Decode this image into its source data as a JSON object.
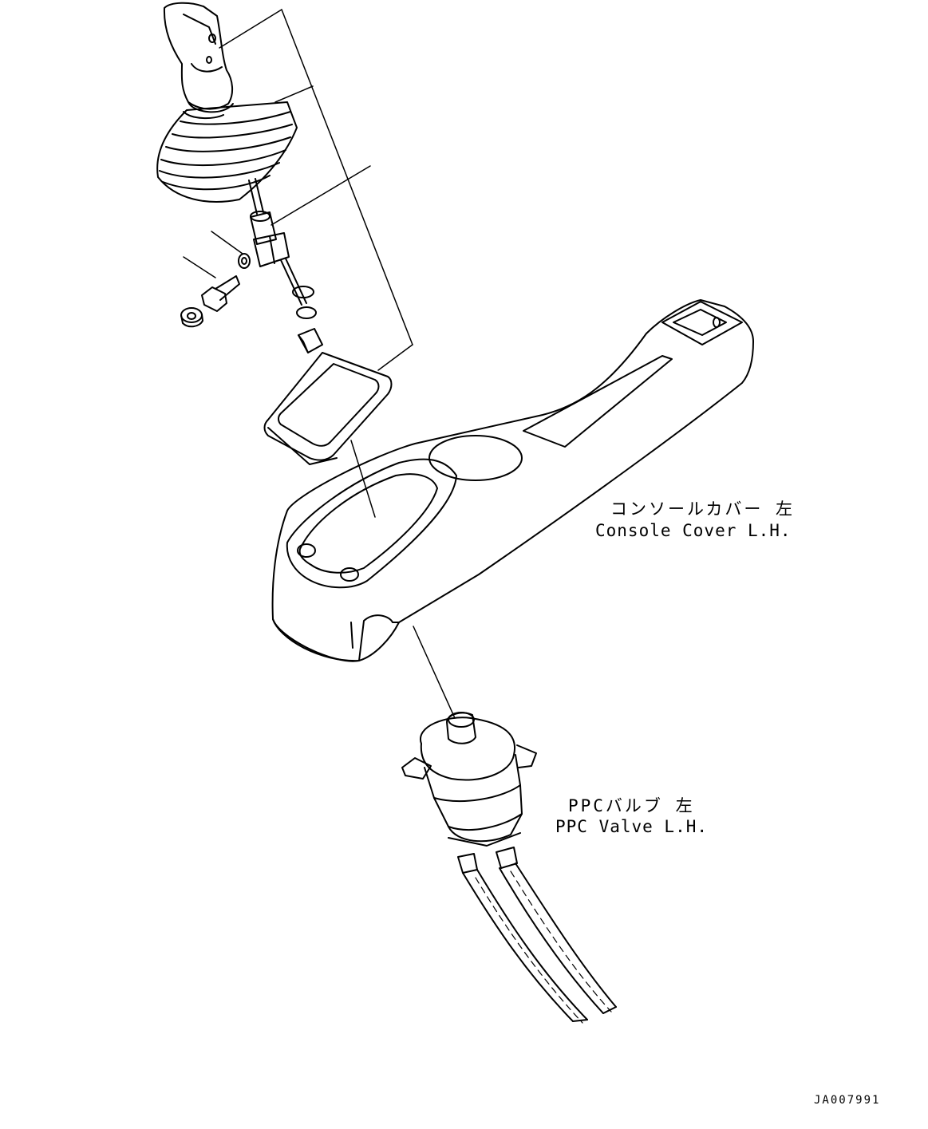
{
  "labels": {
    "console_cover_jp": "コンソールカバー 左",
    "console_cover_en": "Console Cover L.H.",
    "ppc_valve_jp": "PPCバルブ 左",
    "ppc_valve_en": "PPC Valve L.H.",
    "drawing_number": "JA007991"
  },
  "colors": {
    "line": "#000000",
    "background": "#ffffff"
  }
}
